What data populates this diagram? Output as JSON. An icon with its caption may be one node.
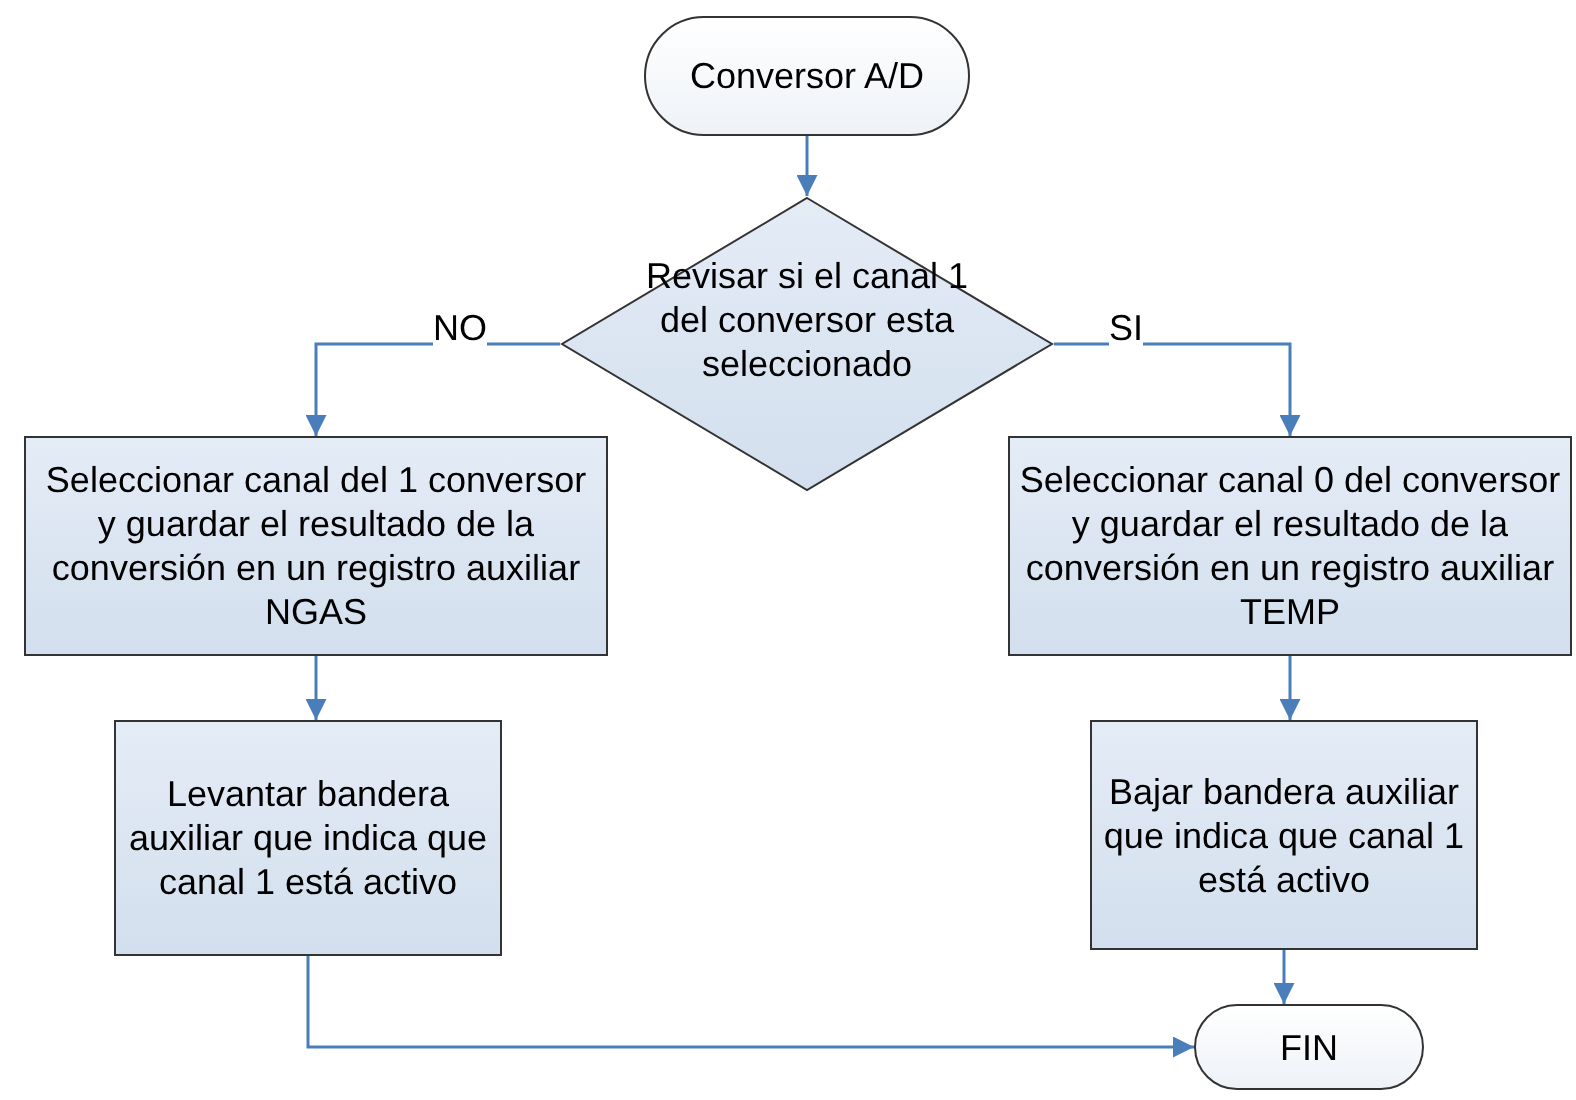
{
  "diagram": {
    "nodes": [
      {
        "text": [
          "Conversor A/D"
        ]
      },
      {
        "text": [
          "Revisar si el canal 1 del conversor esta seleccionado"
        ]
      },
      {
        "text": [
          "Seleccionar canal  del 1 conversor y guardar el resultado de la conversión en un registro auxiliar NGAS"
        ]
      },
      {
        "text": [
          "Seleccionar canal 0 del conversor y guardar el resultado de la conversión en un registro auxiliar TEMP"
        ]
      },
      {
        "text": [
          "Levantar bandera auxiliar que indica que canal 1 está activo"
        ]
      },
      {
        "text": [
          "Bajar bandera auxiliar que indica que canal 1 está activo"
        ]
      },
      {
        "text": [
          "FIN"
        ]
      }
    ],
    "edges": [
      {
        "from": 0,
        "to": 1,
        "arrow": "to"
      },
      {
        "from": 1,
        "to": 2,
        "arrow": "to",
        "label": "NO"
      },
      {
        "from": 1,
        "to": 3,
        "arrow": "to",
        "label": "SI"
      },
      {
        "from": 2,
        "to": 4,
        "arrow": "to"
      },
      {
        "from": 3,
        "to": 5,
        "arrow": "to"
      },
      {
        "from": 4,
        "to": 6,
        "arrow": "to"
      },
      {
        "from": 5,
        "to": 6,
        "arrow": "to"
      }
    ]
  }
}
